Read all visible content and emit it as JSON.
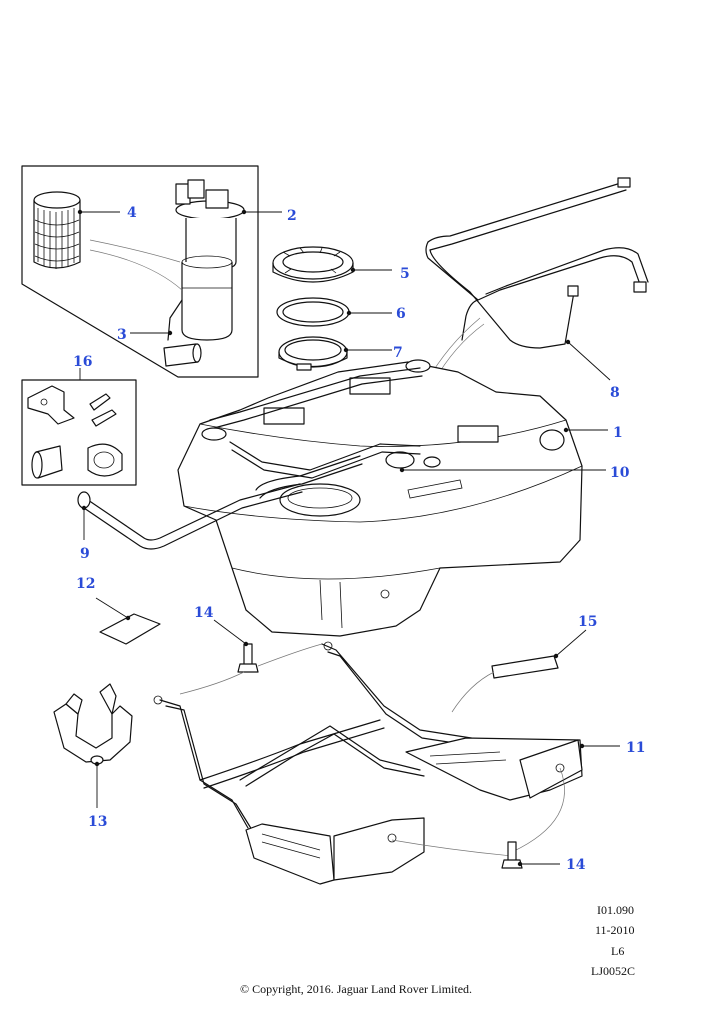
{
  "diagram": {
    "callouts": [
      "1",
      "2",
      "3",
      "4",
      "5",
      "6",
      "7",
      "8",
      "9",
      "10",
      "11",
      "12",
      "13",
      "14",
      "15",
      "16",
      "14"
    ],
    "reference": {
      "code": "I01.090",
      "date": "11-2010",
      "engine": "L6",
      "illustration_id": "LJ0052C"
    },
    "copyright": "© Copyright, 2016. Jaguar Land Rover Limited."
  },
  "colors": {
    "callout": "#2a4bd7",
    "line": "#111111"
  },
  "icons": [
    "fuel-tank-icon",
    "fuel-pump-icon",
    "filter-icon",
    "locking-ring-icon",
    "seal-icon",
    "pipe-icon",
    "clip-icon",
    "bolt-icon",
    "cradle-icon",
    "pad-icon",
    "heat-shield-label-icon",
    "repair-kit-icon"
  ]
}
